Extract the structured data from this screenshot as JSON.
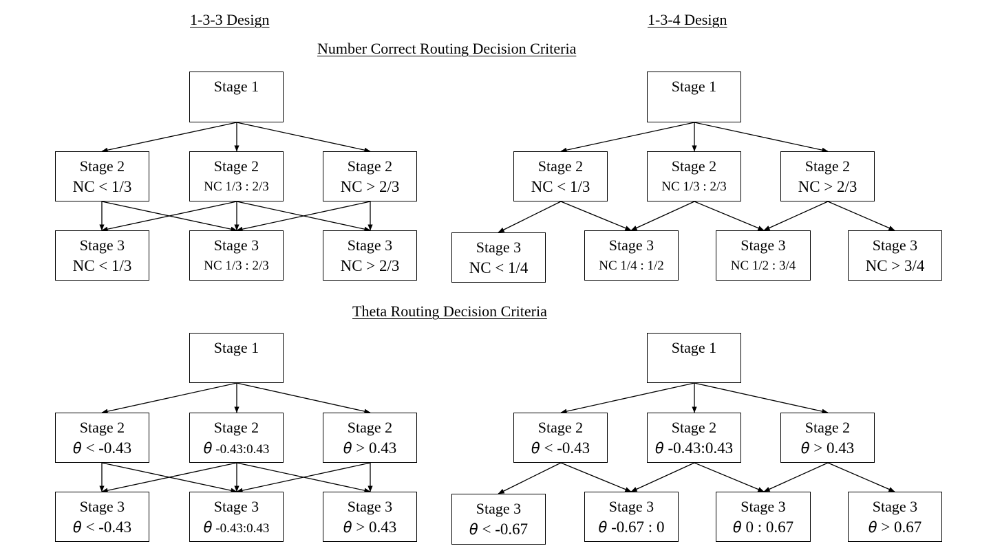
{
  "headings": {
    "design_133": "1-3-3 Design",
    "design_134": "1-3-4 Design",
    "nc_section": "Number Correct Routing Decision Criteria",
    "theta_section": "Theta Routing Decision Criteria"
  },
  "stage_labels": {
    "s1": "Stage 1",
    "s2": "Stage 2",
    "s3": "Stage 3"
  },
  "theta_symbol": "θ",
  "nc": {
    "d133": {
      "s2": [
        "NC < 1/3",
        "NC 1/3 : 2/3",
        "NC > 2/3"
      ],
      "s3": [
        "NC < 1/3",
        "NC 1/3 : 2/3",
        "NC > 2/3"
      ]
    },
    "d134": {
      "s2": [
        "NC < 1/3",
        "NC 1/3 : 2/3",
        "NC > 2/3"
      ],
      "s3": [
        "NC < 1/4",
        "NC 1/4 : 1/2",
        "NC 1/2 : 3/4",
        "NC > 3/4"
      ]
    }
  },
  "theta": {
    "d133": {
      "s2": [
        "< -0.43",
        "-0.43:0.43",
        "> 0.43"
      ],
      "s3": [
        "< -0.43",
        "-0.43:0.43",
        "> 0.43"
      ]
    },
    "d134": {
      "s2": [
        "< -0.43",
        "-0.43:0.43",
        "> 0.43"
      ],
      "s3": [
        "< -0.67",
        "-0.67 : 0",
        "0 : 0.67",
        "> 0.67"
      ]
    }
  }
}
